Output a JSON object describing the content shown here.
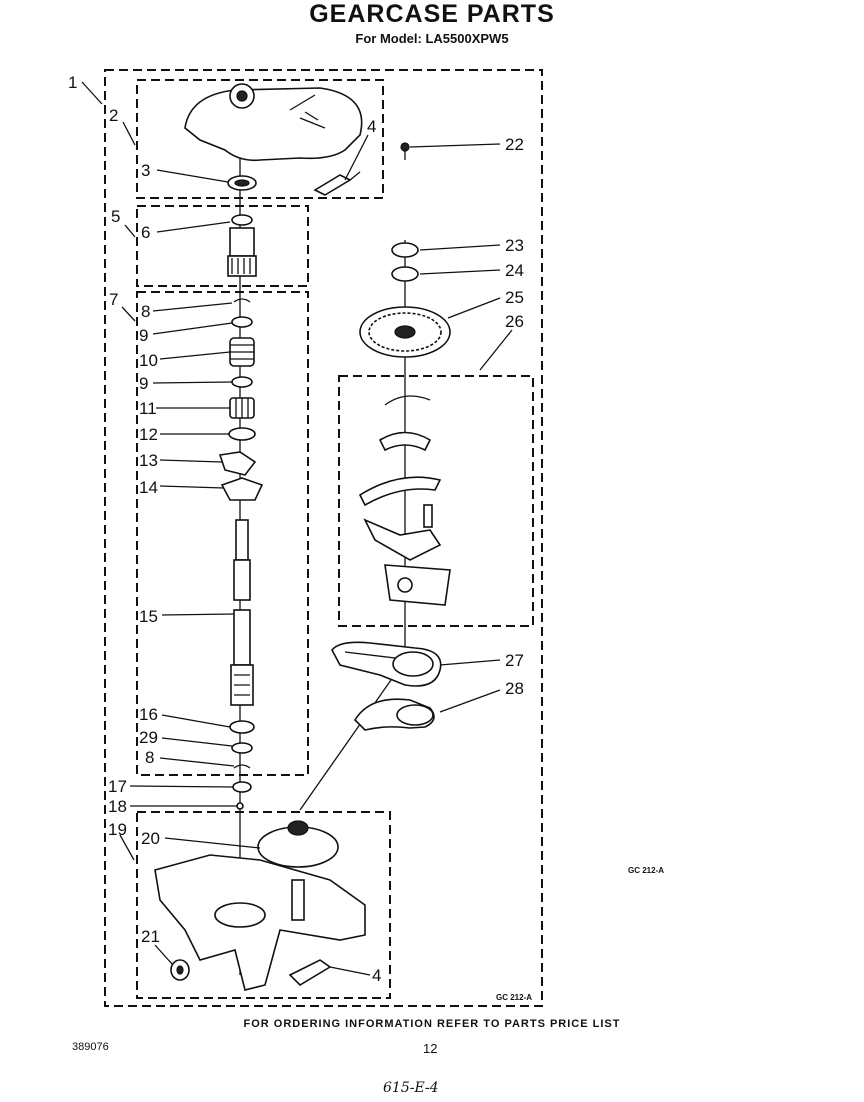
{
  "header": {
    "title": "GEARCASE PARTS",
    "subtitle": "For Model: LA5500XPW5"
  },
  "callouts": [
    "1",
    "2",
    "3",
    "4",
    "5",
    "6",
    "7",
    "8",
    "9",
    "10",
    "9",
    "11",
    "12",
    "13",
    "14",
    "15",
    "16",
    "29",
    "8",
    "17",
    "18",
    "19",
    "20",
    "21",
    "4",
    "22",
    "23",
    "24",
    "25",
    "26",
    "27",
    "28"
  ],
  "labels": {
    "gc_code_right": "GC 212-A",
    "gc_code_box": "GC 212-A"
  },
  "footer": {
    "ordering_note": "FOR ORDERING INFORMATION REFER TO PARTS PRICE LIST",
    "doc_number": "389076",
    "page_number": "12",
    "handwritten": "615-E-4"
  }
}
